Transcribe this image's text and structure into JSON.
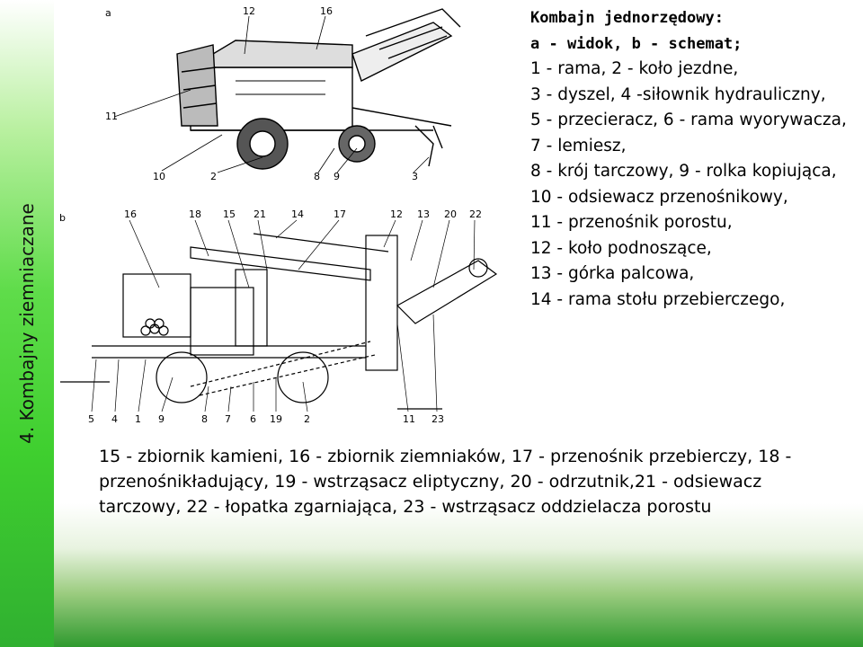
{
  "side_title": "4. Kombajny ziemniaczane",
  "figure": {
    "label_a": "a",
    "label_b": "b",
    "callouts_a": [
      "12",
      "16",
      "11",
      "10",
      "2",
      "8",
      "9",
      "3"
    ],
    "callouts_b_top": [
      "16",
      "18",
      "15",
      "21",
      "14",
      "17",
      "12",
      "13",
      "20",
      "22"
    ],
    "callouts_b_bottom": [
      "5",
      "4",
      "1",
      "9",
      "8",
      "7",
      "6",
      "19",
      "2",
      "11",
      "23"
    ]
  },
  "caption": {
    "heading_1": "Kombajn jednorzędowy:",
    "heading_2": "a - widok, b - schemat;",
    "items": [
      "1 - rama, 2 - koło jezdne,",
      "3 - dyszel, 4 -siłownik hydrauliczny,",
      "5 - przecieracz, 6 - rama wyorywacza, 7 - lemiesz,",
      "8 - krój tarczowy, 9 - rolka kopiująca, 10 - odsiewacz przenośnikowy,",
      "11 - przenośnik porostu,",
      "12 - koło podnoszące,",
      "13 - górka palcowa,",
      "14 - rama stołu przebierczego,"
    ]
  },
  "bottom_text": "15 - zbiornik kamieni, 16 - zbiornik ziemniaków, 17 - przenośnik przebierczy, 18 - przenośnikładujący, 19 - wstrząsacz eliptyczny, 20 - odrzutnik,21 - odsiewacz tarczowy, 22 - łopatka zgarniająca, 23 - wstrząsacz oddzielacza porostu"
}
